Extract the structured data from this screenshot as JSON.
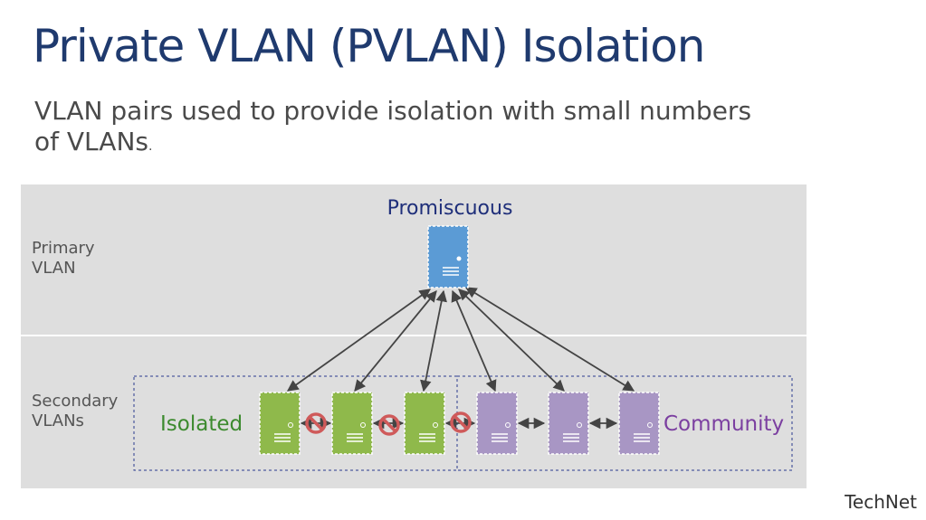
{
  "slide": {
    "title": "Private VLAN (PVLAN) Isolation",
    "subtitle": "VLAN pairs used to provide isolation with small numbers of VLANs",
    "subtitle_period": ".",
    "footer": "TechNet"
  },
  "bands": {
    "primary_label_1": "Primary",
    "primary_label_2": "VLAN",
    "secondary_label_1": "Secondary",
    "secondary_label_2": "VLANs"
  },
  "groups": {
    "promiscuous": "Promiscuous",
    "isolated": "Isolated",
    "community": "Community"
  },
  "colors": {
    "promiscuous": "#5b9bd5",
    "isolated": "#8fb94b",
    "community": "#a896c4",
    "promiscuous_label": "#1f2f7a",
    "isolated_label": "#3c8a2e",
    "community_label": "#7b3fa0",
    "blocked": "#cf5a5a",
    "dashed_box": "#2b3a8f"
  },
  "icons": {
    "server": "server-icon",
    "blocked": "no-entry-icon"
  }
}
